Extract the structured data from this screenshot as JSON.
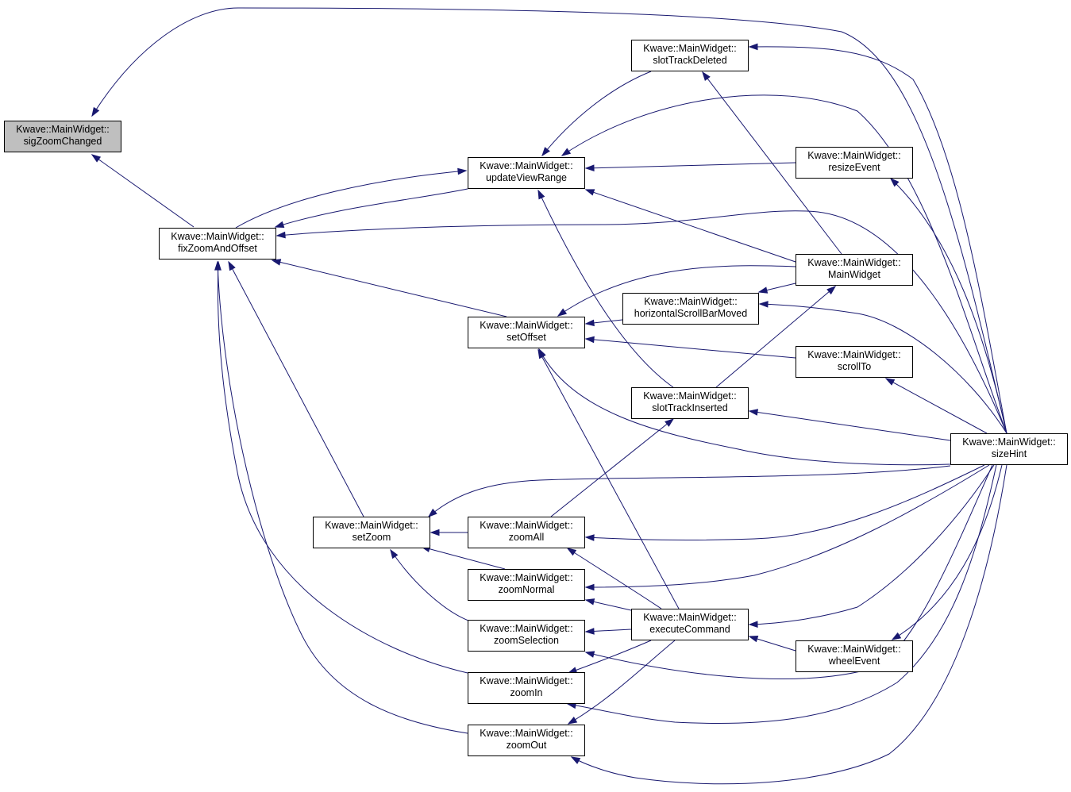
{
  "graph": {
    "colors": {
      "edge": "#191970",
      "node_border": "#000000",
      "highlight_fill": "#bfbfbf",
      "background": "#ffffff"
    },
    "nodes": [
      {
        "id": "sigZoomChanged",
        "line1": "Kwave::MainWidget::",
        "line2": "sigZoomChanged",
        "highlight": true
      },
      {
        "id": "fixZoomAndOffset",
        "line1": "Kwave::MainWidget::",
        "line2": "fixZoomAndOffset"
      },
      {
        "id": "updateViewRange",
        "line1": "Kwave::MainWidget::",
        "line2": "updateViewRange"
      },
      {
        "id": "slotTrackDeleted",
        "line1": "Kwave::MainWidget::",
        "line2": "slotTrackDeleted"
      },
      {
        "id": "resizeEvent",
        "line1": "Kwave::MainWidget::",
        "line2": "resizeEvent"
      },
      {
        "id": "MainWidget",
        "line1": "Kwave::MainWidget::",
        "line2": "MainWidget"
      },
      {
        "id": "horizontalScrollBarMoved",
        "line1": "Kwave::MainWidget::",
        "line2": "horizontalScrollBarMoved"
      },
      {
        "id": "setOffset",
        "line1": "Kwave::MainWidget::",
        "line2": "setOffset"
      },
      {
        "id": "scrollTo",
        "line1": "Kwave::MainWidget::",
        "line2": "scrollTo"
      },
      {
        "id": "slotTrackInserted",
        "line1": "Kwave::MainWidget::",
        "line2": "slotTrackInserted"
      },
      {
        "id": "sizeHint",
        "line1": "Kwave::MainWidget::",
        "line2": "sizeHint"
      },
      {
        "id": "setZoom",
        "line1": "Kwave::MainWidget::",
        "line2": "setZoom"
      },
      {
        "id": "zoomAll",
        "line1": "Kwave::MainWidget::",
        "line2": "zoomAll"
      },
      {
        "id": "zoomNormal",
        "line1": "Kwave::MainWidget::",
        "line2": "zoomNormal"
      },
      {
        "id": "zoomSelection",
        "line1": "Kwave::MainWidget::",
        "line2": "zoomSelection"
      },
      {
        "id": "executeCommand",
        "line1": "Kwave::MainWidget::",
        "line2": "executeCommand"
      },
      {
        "id": "wheelEvent",
        "line1": "Kwave::MainWidget::",
        "line2": "wheelEvent"
      },
      {
        "id": "zoomIn",
        "line1": "Kwave::MainWidget::",
        "line2": "zoomIn"
      },
      {
        "id": "zoomOut",
        "line1": "Kwave::MainWidget::",
        "line2": "zoomOut"
      }
    ],
    "edges": [
      {
        "from": "fixZoomAndOffset",
        "to": "sigZoomChanged"
      },
      {
        "from": "sizeHint",
        "to": "sigZoomChanged"
      },
      {
        "from": "updateViewRange",
        "to": "fixZoomAndOffset"
      },
      {
        "from": "fixZoomAndOffset",
        "to": "updateViewRange"
      },
      {
        "from": "sizeHint",
        "to": "fixZoomAndOffset"
      },
      {
        "from": "setOffset",
        "to": "fixZoomAndOffset"
      },
      {
        "from": "setZoom",
        "to": "fixZoomAndOffset"
      },
      {
        "from": "zoomIn",
        "to": "fixZoomAndOffset"
      },
      {
        "from": "zoomOut",
        "to": "fixZoomAndOffset"
      },
      {
        "from": "slotTrackDeleted",
        "to": "updateViewRange"
      },
      {
        "from": "sizeHint",
        "to": "updateViewRange"
      },
      {
        "from": "resizeEvent",
        "to": "updateViewRange"
      },
      {
        "from": "MainWidget",
        "to": "updateViewRange"
      },
      {
        "from": "slotTrackInserted",
        "to": "updateViewRange"
      },
      {
        "from": "sizeHint",
        "to": "slotTrackDeleted"
      },
      {
        "from": "MainWidget",
        "to": "slotTrackDeleted"
      },
      {
        "from": "sizeHint",
        "to": "resizeEvent"
      },
      {
        "from": "slotTrackInserted",
        "to": "MainWidget"
      },
      {
        "from": "MainWidget",
        "to": "horizontalScrollBarMoved"
      },
      {
        "from": "sizeHint",
        "to": "horizontalScrollBarMoved"
      },
      {
        "from": "horizontalScrollBarMoved",
        "to": "setOffset"
      },
      {
        "from": "MainWidget",
        "to": "setOffset"
      },
      {
        "from": "scrollTo",
        "to": "setOffset"
      },
      {
        "from": "sizeHint",
        "to": "setOffset"
      },
      {
        "from": "executeCommand",
        "to": "setOffset"
      },
      {
        "from": "sizeHint",
        "to": "scrollTo"
      },
      {
        "from": "sizeHint",
        "to": "slotTrackInserted"
      },
      {
        "from": "zoomAll",
        "to": "slotTrackInserted"
      },
      {
        "from": "sizeHint",
        "to": "setZoom"
      },
      {
        "from": "zoomAll",
        "to": "setZoom"
      },
      {
        "from": "zoomNormal",
        "to": "setZoom"
      },
      {
        "from": "zoomSelection",
        "to": "setZoom"
      },
      {
        "from": "sizeHint",
        "to": "zoomAll"
      },
      {
        "from": "executeCommand",
        "to": "zoomAll"
      },
      {
        "from": "sizeHint",
        "to": "zoomNormal"
      },
      {
        "from": "executeCommand",
        "to": "zoomNormal"
      },
      {
        "from": "executeCommand",
        "to": "zoomSelection"
      },
      {
        "from": "sizeHint",
        "to": "zoomSelection"
      },
      {
        "from": "sizeHint",
        "to": "executeCommand"
      },
      {
        "from": "wheelEvent",
        "to": "executeCommand"
      },
      {
        "from": "sizeHint",
        "to": "wheelEvent"
      },
      {
        "from": "executeCommand",
        "to": "zoomIn"
      },
      {
        "from": "sizeHint",
        "to": "zoomIn"
      },
      {
        "from": "executeCommand",
        "to": "zoomOut"
      },
      {
        "from": "sizeHint",
        "to": "zoomOut"
      }
    ]
  }
}
